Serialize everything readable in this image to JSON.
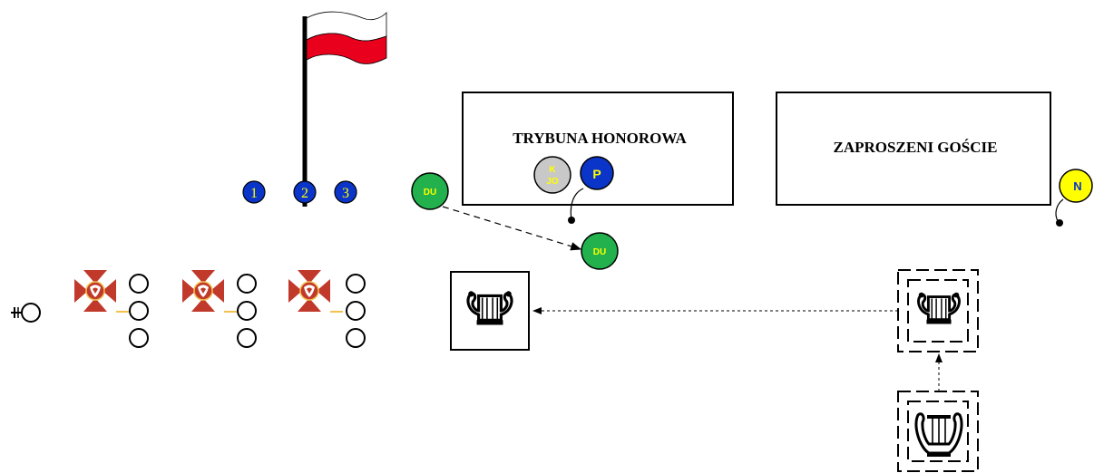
{
  "stands": {
    "honor_stand_label": "TRYBUNA HONOROWA",
    "guests_label": "ZAPROSZENI GOŚCIE"
  },
  "markers": {
    "numbered": [
      "1",
      "2",
      "3"
    ],
    "du_label": "DU",
    "kjo_line1": "K",
    "kjo_line2": "JO",
    "p_label": "P",
    "n_label": "N"
  },
  "colors": {
    "marker_blue": "#0a35c8",
    "du_green": "#22b14c",
    "kjo_gray": "#c8c8c8",
    "n_yellow": "#ffff00",
    "label_yellow": "#ffff00",
    "flag_white": "#ffffff",
    "flag_red": "#e8001d",
    "banner_red": "#c0392b"
  },
  "icons": {
    "flag": "polish-flag-icon",
    "banner": "regimental-banner-icon",
    "lyre": "lyre-icon",
    "commander": "commander-icon"
  }
}
